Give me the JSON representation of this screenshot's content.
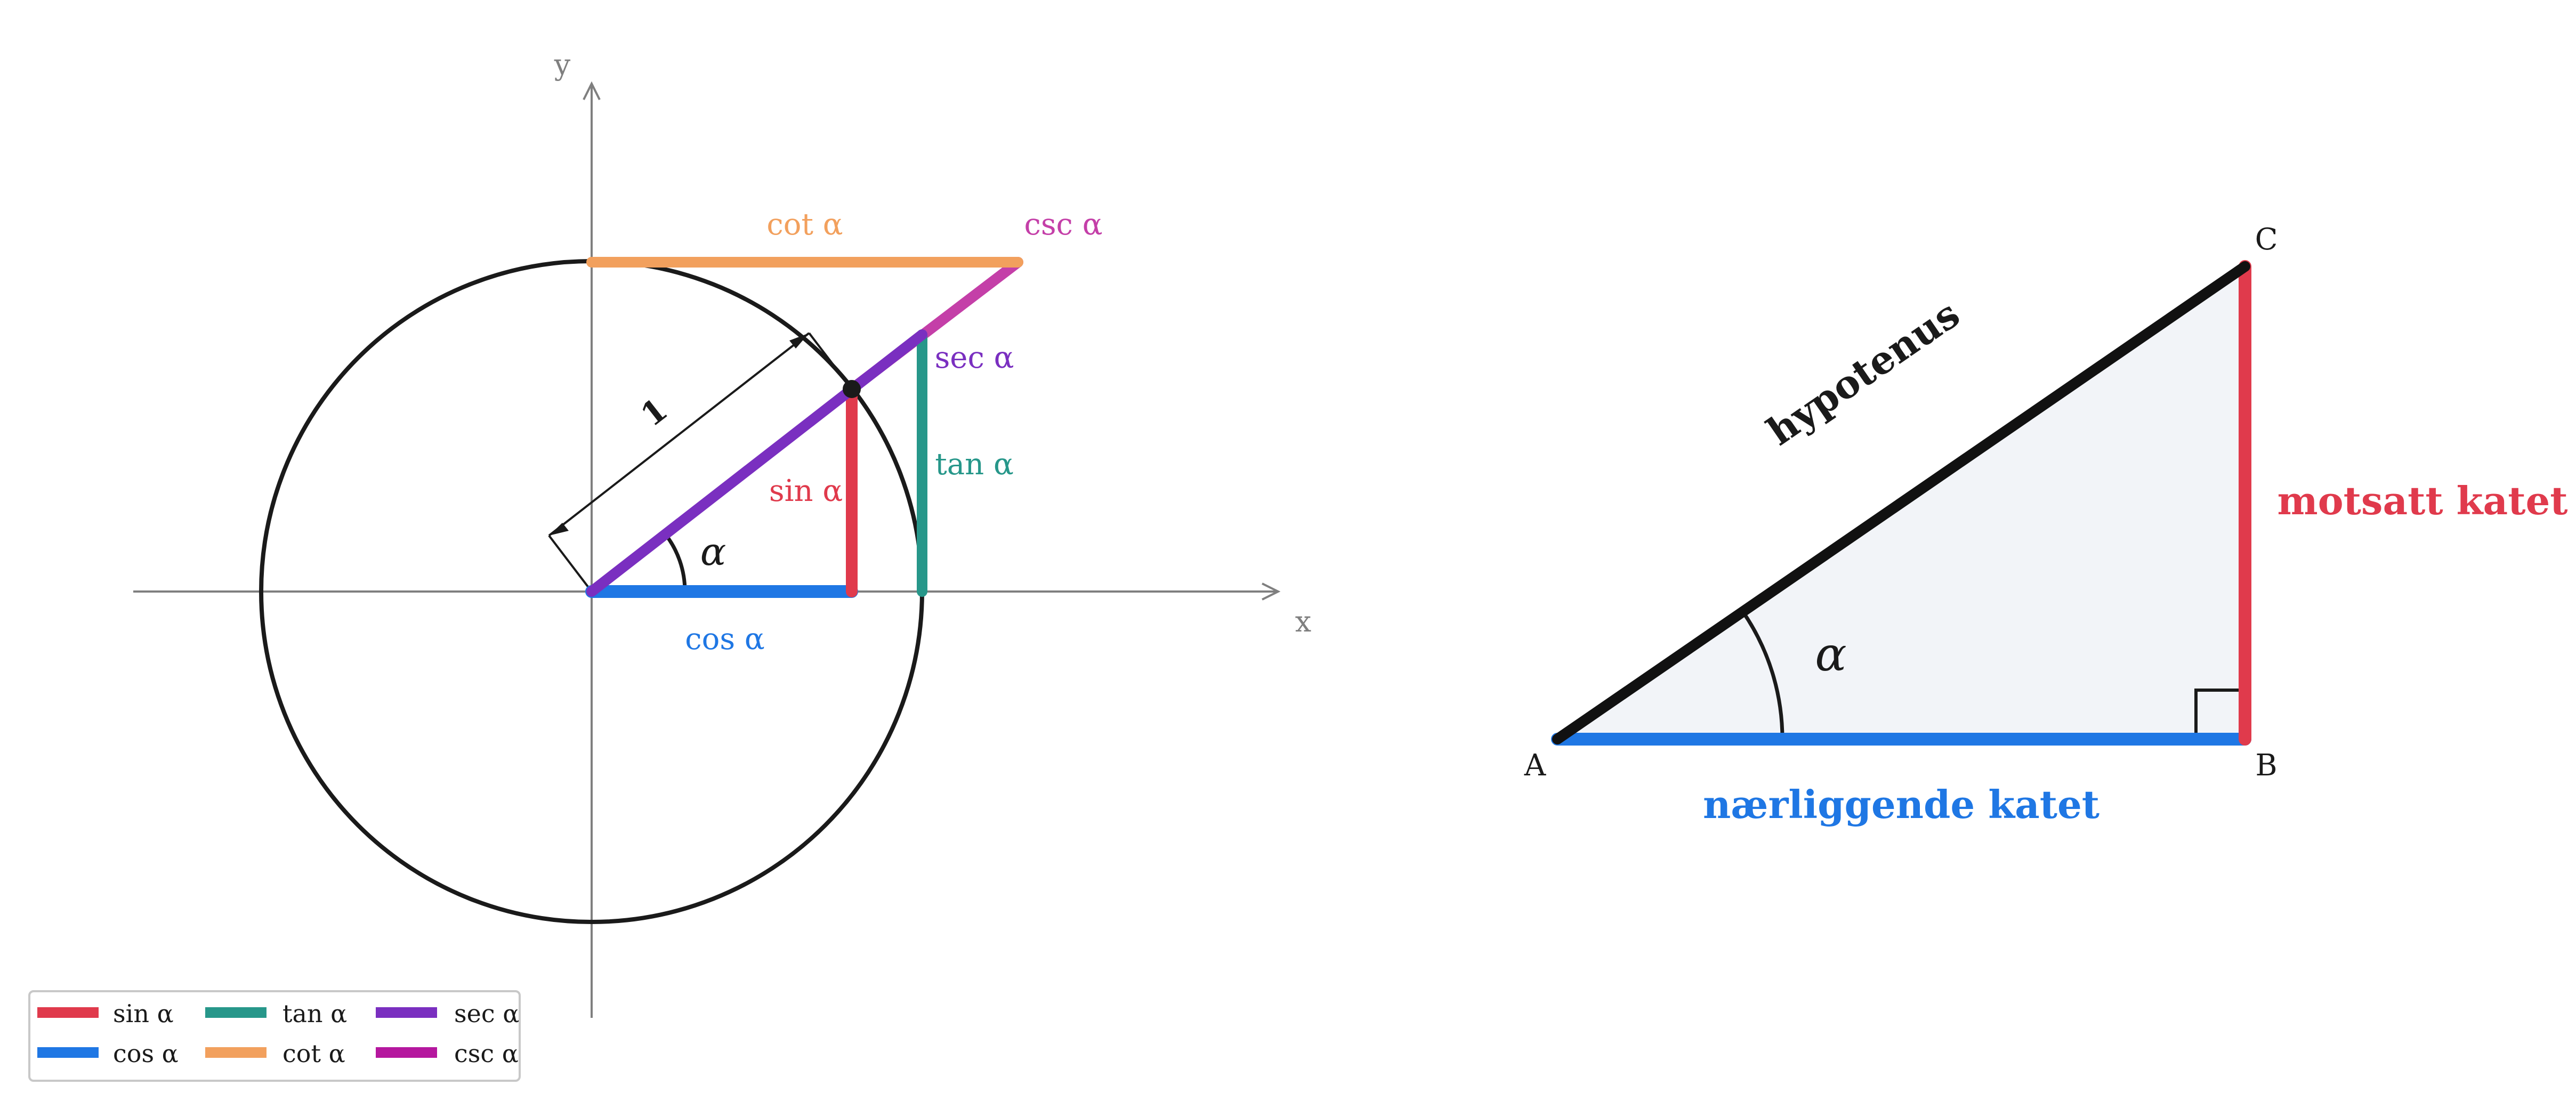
{
  "colors": {
    "sin": "#e03a4c",
    "cos": "#1f77e4",
    "tan": "#27978a",
    "cot": "#f2a05d",
    "sec": "#7a2fc0",
    "csc": "#c43fa8",
    "axis": "#7f7f7f",
    "ink": "#1a1a1a",
    "triangle_fill": "#f2f4f8"
  },
  "unit_circle": {
    "axis_x_label": "x",
    "axis_y_label": "y",
    "radius_label": "1",
    "angle_label": "α",
    "labels": {
      "sin": "sin α",
      "cos": "cos α",
      "tan": "tan α",
      "cot": "cot α",
      "sec": "sec α",
      "csc": "csc α"
    }
  },
  "legend": {
    "items": [
      {
        "key": "sin",
        "label": "sin α"
      },
      {
        "key": "tan",
        "label": "tan α"
      },
      {
        "key": "sec",
        "label": "sec α"
      },
      {
        "key": "cos",
        "label": "cos α"
      },
      {
        "key": "cot",
        "label": "cot α"
      },
      {
        "key": "csc",
        "label": "csc α"
      }
    ]
  },
  "triangle": {
    "vertex_a": "A",
    "vertex_b": "B",
    "vertex_c": "C",
    "angle_label": "α",
    "hypotenuse_label": "hypotenus",
    "opposite_label": "motsatt katet",
    "adjacent_label": "nærliggende katet"
  }
}
